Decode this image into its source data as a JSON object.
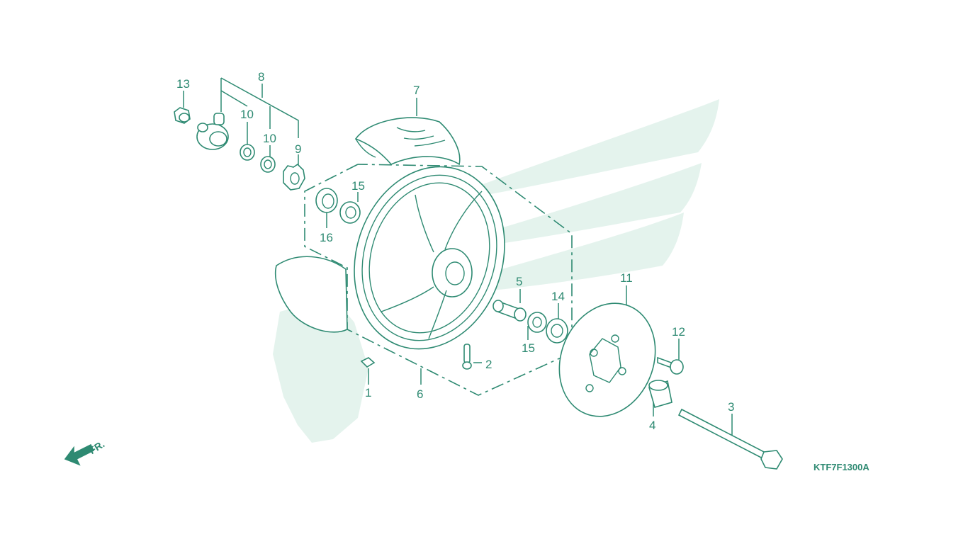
{
  "diagram_code": "KTF7F1300A",
  "direction_label": "FR.",
  "colors": {
    "line": "#2e8a72",
    "watermark": "#e4f3ed",
    "background": "#ffffff"
  },
  "parts": [
    {
      "no": "1"
    },
    {
      "no": "2"
    },
    {
      "no": "3"
    },
    {
      "no": "4"
    },
    {
      "no": "5"
    },
    {
      "no": "6"
    },
    {
      "no": "7"
    },
    {
      "no": "8"
    },
    {
      "no": "9"
    },
    {
      "no": "10"
    },
    {
      "no": "10"
    },
    {
      "no": "11"
    },
    {
      "no": "12"
    },
    {
      "no": "13"
    },
    {
      "no": "14"
    },
    {
      "no": "15"
    },
    {
      "no": "15"
    },
    {
      "no": "16"
    }
  ]
}
